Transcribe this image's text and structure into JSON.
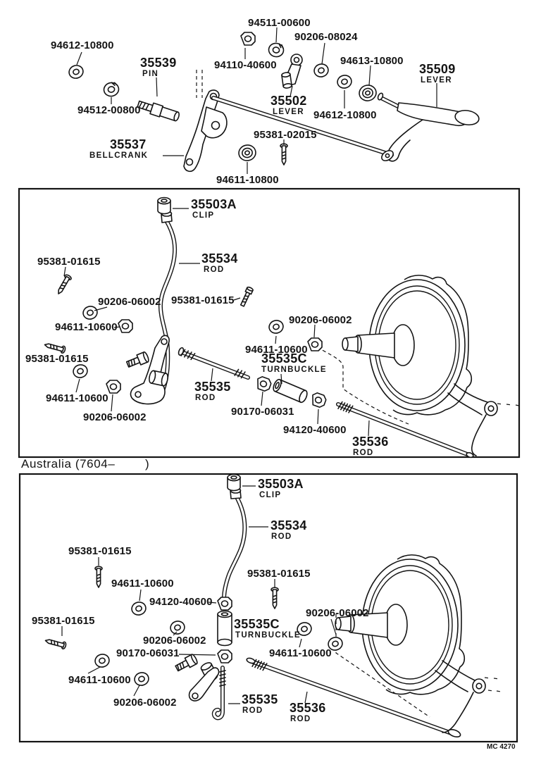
{
  "doc": {
    "australia_note": "Australia (7604–        )",
    "code": "MC 4270"
  },
  "top": {
    "labels": [
      {
        "pn": "94612-10800"
      },
      {
        "pn": "35539",
        "nm": "PIN"
      },
      {
        "pn": "94511-00600"
      },
      {
        "pn": "90206-08024"
      },
      {
        "pn": "94110-40600"
      },
      {
        "pn": "94613-10800"
      },
      {
        "pn": "35509",
        "nm": "LEVER"
      },
      {
        "pn": "35502",
        "nm": "LEVER"
      },
      {
        "pn": "94512-00800"
      },
      {
        "pn": "94612-10800"
      },
      {
        "pn": "95381-02015"
      },
      {
        "pn": "35537",
        "nm": "BELLCRANK"
      },
      {
        "pn": "94611-10800"
      }
    ]
  },
  "middle": {
    "labels": [
      {
        "pn": "35503A",
        "nm": "CLIP"
      },
      {
        "pn": "35534",
        "nm": "ROD"
      },
      {
        "pn": "95381-01615"
      },
      {
        "pn": "90206-06002"
      },
      {
        "pn": "95381-01615"
      },
      {
        "pn": "94611-10600"
      },
      {
        "pn": "90206-06002"
      },
      {
        "pn": "94611-10600"
      },
      {
        "pn": "35535C",
        "nm": "TURNBUCKLE"
      },
      {
        "pn": "95381-01615"
      },
      {
        "pn": "94611-10600"
      },
      {
        "pn": "35535",
        "nm": "ROD"
      },
      {
        "pn": "90206-06002"
      },
      {
        "pn": "90170-06031"
      },
      {
        "pn": "94120-40600"
      },
      {
        "pn": "35536",
        "nm": "ROD"
      }
    ]
  },
  "bottom": {
    "labels": [
      {
        "pn": "35503A",
        "nm": "CLIP"
      },
      {
        "pn": "35534",
        "nm": "ROD"
      },
      {
        "pn": "95381-01615"
      },
      {
        "pn": "94611-10600"
      },
      {
        "pn": "94120-40600"
      },
      {
        "pn": "95381-01615"
      },
      {
        "pn": "35535C",
        "nm": "TURNBUCKLE"
      },
      {
        "pn": "90206-06002"
      },
      {
        "pn": "95381-01615"
      },
      {
        "pn": "90206-06002"
      },
      {
        "pn": "90170-06031"
      },
      {
        "pn": "94611-10600"
      },
      {
        "pn": "94611-10600"
      },
      {
        "pn": "90206-06002"
      },
      {
        "pn": "35535",
        "nm": "ROD"
      },
      {
        "pn": "35536",
        "nm": "ROD"
      }
    ]
  }
}
